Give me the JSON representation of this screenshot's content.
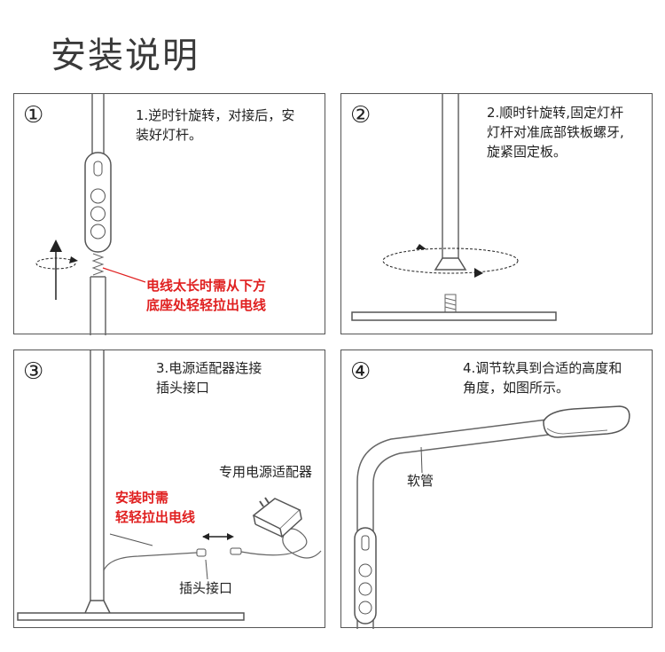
{
  "title": "安装说明",
  "steps": [
    {
      "num": "①",
      "text": "1.逆时针旋转，对接后，安\n装好灯杆。",
      "note": "电线太长时需从下方\n底座处轻轻拉出电线"
    },
    {
      "num": "②",
      "text": "2.顺时针旋转,固定灯杆\n灯杆对准底部铁板螺牙,\n旋紧固定板。"
    },
    {
      "num": "③",
      "text": "3.电源适配器连接\n插头接口",
      "note": "安装时需\n轻轻拉出电线",
      "adapter_label": "专用电源适配器",
      "plug_label": "插头接口"
    },
    {
      "num": "④",
      "text": "4.调节软具到合适的高度和\n角度，如图所示。",
      "hose_label": "软管"
    }
  ],
  "colors": {
    "note": "#e02020",
    "border": "#555555"
  }
}
